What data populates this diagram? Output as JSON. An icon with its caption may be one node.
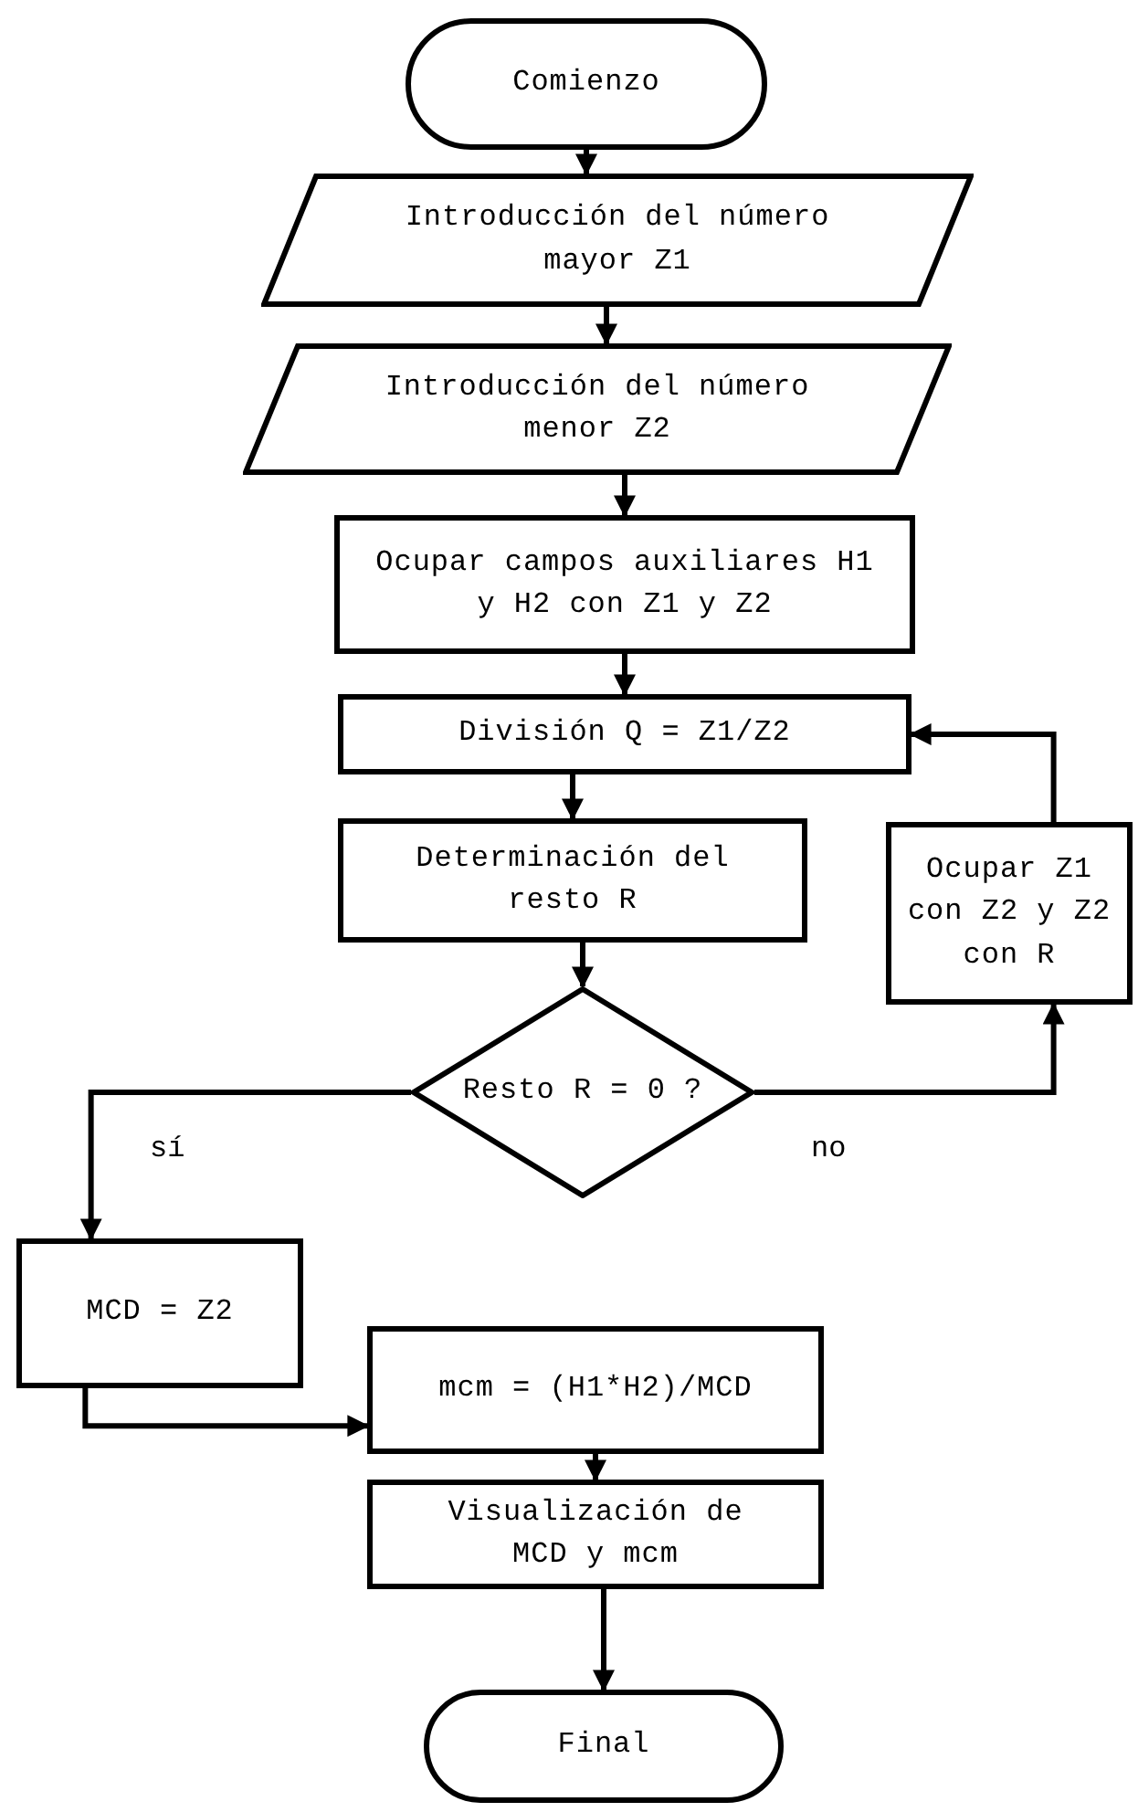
{
  "diagram": {
    "nodes": [
      {
        "text": [
          "Comienzo"
        ]
      },
      {
        "text": [
          "Introducción del número mayor Z1"
        ]
      },
      {
        "text": [
          "Introducción del número menor Z2"
        ]
      },
      {
        "text": [
          "Ocupar campos auxiliares H1 y H2 con Z1 y Z2"
        ]
      },
      {
        "text": [
          "División Q = Z1/Z2"
        ]
      },
      {
        "text": [
          "Determinación del resto R"
        ]
      },
      {
        "text": [
          "Ocupar Z1 con Z2 y Z2 con R"
        ]
      },
      {
        "text": [
          "Resto R = 0 ?"
        ]
      },
      {
        "text": [
          "MCD = Z2"
        ]
      },
      {
        "text": [
          "mcm = (H1*H2)/MCD"
        ]
      },
      {
        "text": [
          "Visualización de MCD y mcm"
        ]
      },
      {
        "text": [
          "Final"
        ]
      }
    ],
    "edges": [
      {
        "from": 0,
        "to": 1,
        "arrow": "to"
      },
      {
        "from": 1,
        "to": 2,
        "arrow": "to"
      },
      {
        "from": 2,
        "to": 3,
        "arrow": "to"
      },
      {
        "from": 3,
        "to": 4,
        "arrow": "to"
      },
      {
        "from": 4,
        "to": 5,
        "arrow": "to"
      },
      {
        "from": 5,
        "to": 7,
        "arrow": "to"
      },
      {
        "from": 7,
        "to": 6,
        "arrow": "to",
        "label": "no"
      },
      {
        "from": 6,
        "to": 4,
        "arrow": "to"
      },
      {
        "from": 7,
        "to": 8,
        "arrow": "to",
        "label": "sí"
      },
      {
        "from": 8,
        "to": 9,
        "arrow": "to"
      },
      {
        "from": 9,
        "to": 10,
        "arrow": "to"
      },
      {
        "from": 10,
        "to": 11,
        "arrow": "to"
      }
    ]
  }
}
